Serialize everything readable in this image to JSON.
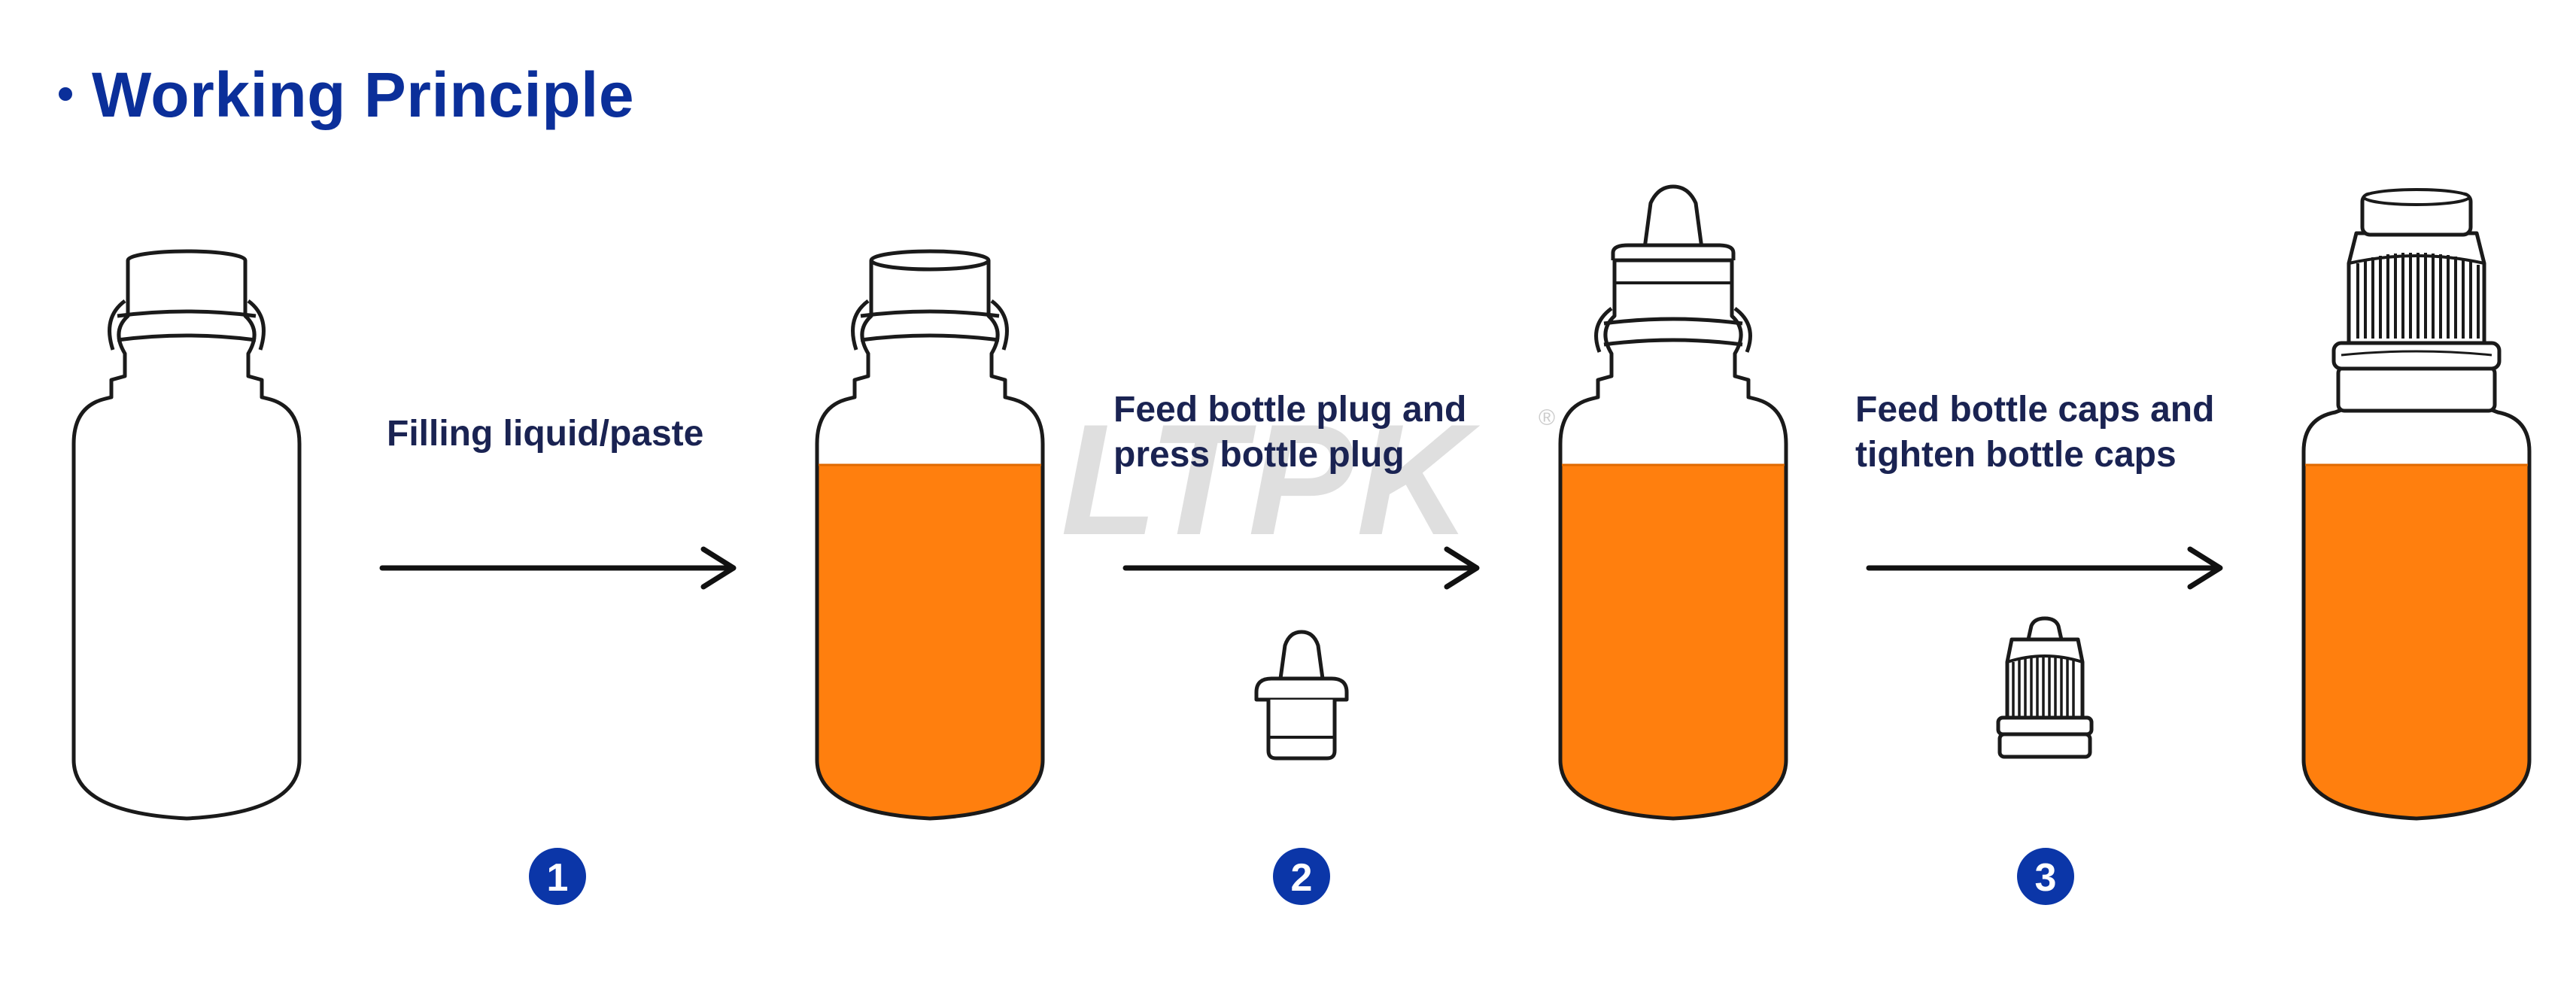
{
  "title": "Working Principle",
  "watermark": {
    "text": "LTPK",
    "mark": "®"
  },
  "steps": [
    {
      "number": "1",
      "lines": [
        "Filling liquid/paste"
      ],
      "arrow_icon": "arrow-right-icon",
      "part_icon": ""
    },
    {
      "number": "2",
      "lines": [
        "Feed bottle plug and",
        "press bottle plug"
      ],
      "arrow_icon": "arrow-right-icon",
      "part_icon": "bottle-plug-icon"
    },
    {
      "number": "3",
      "lines": [
        "Feed bottle caps and",
        "tighten bottle caps"
      ],
      "arrow_icon": "arrow-right-icon",
      "part_icon": "bottle-cap-icon"
    }
  ],
  "bottles": [
    {
      "state": "empty",
      "icon": "empty-bottle-icon"
    },
    {
      "state": "filled",
      "icon": "filled-bottle-icon"
    },
    {
      "state": "filled-plugged",
      "icon": "plugged-bottle-icon"
    },
    {
      "state": "filled-capped",
      "icon": "capped-bottle-icon"
    }
  ],
  "colors": {
    "title": "#0b2f9a",
    "text": "#1a2352",
    "badge": "#0b36a8",
    "liquid": "#ff7f0e",
    "outline": "#1a1a1a",
    "watermark": "#d4d4d4"
  }
}
